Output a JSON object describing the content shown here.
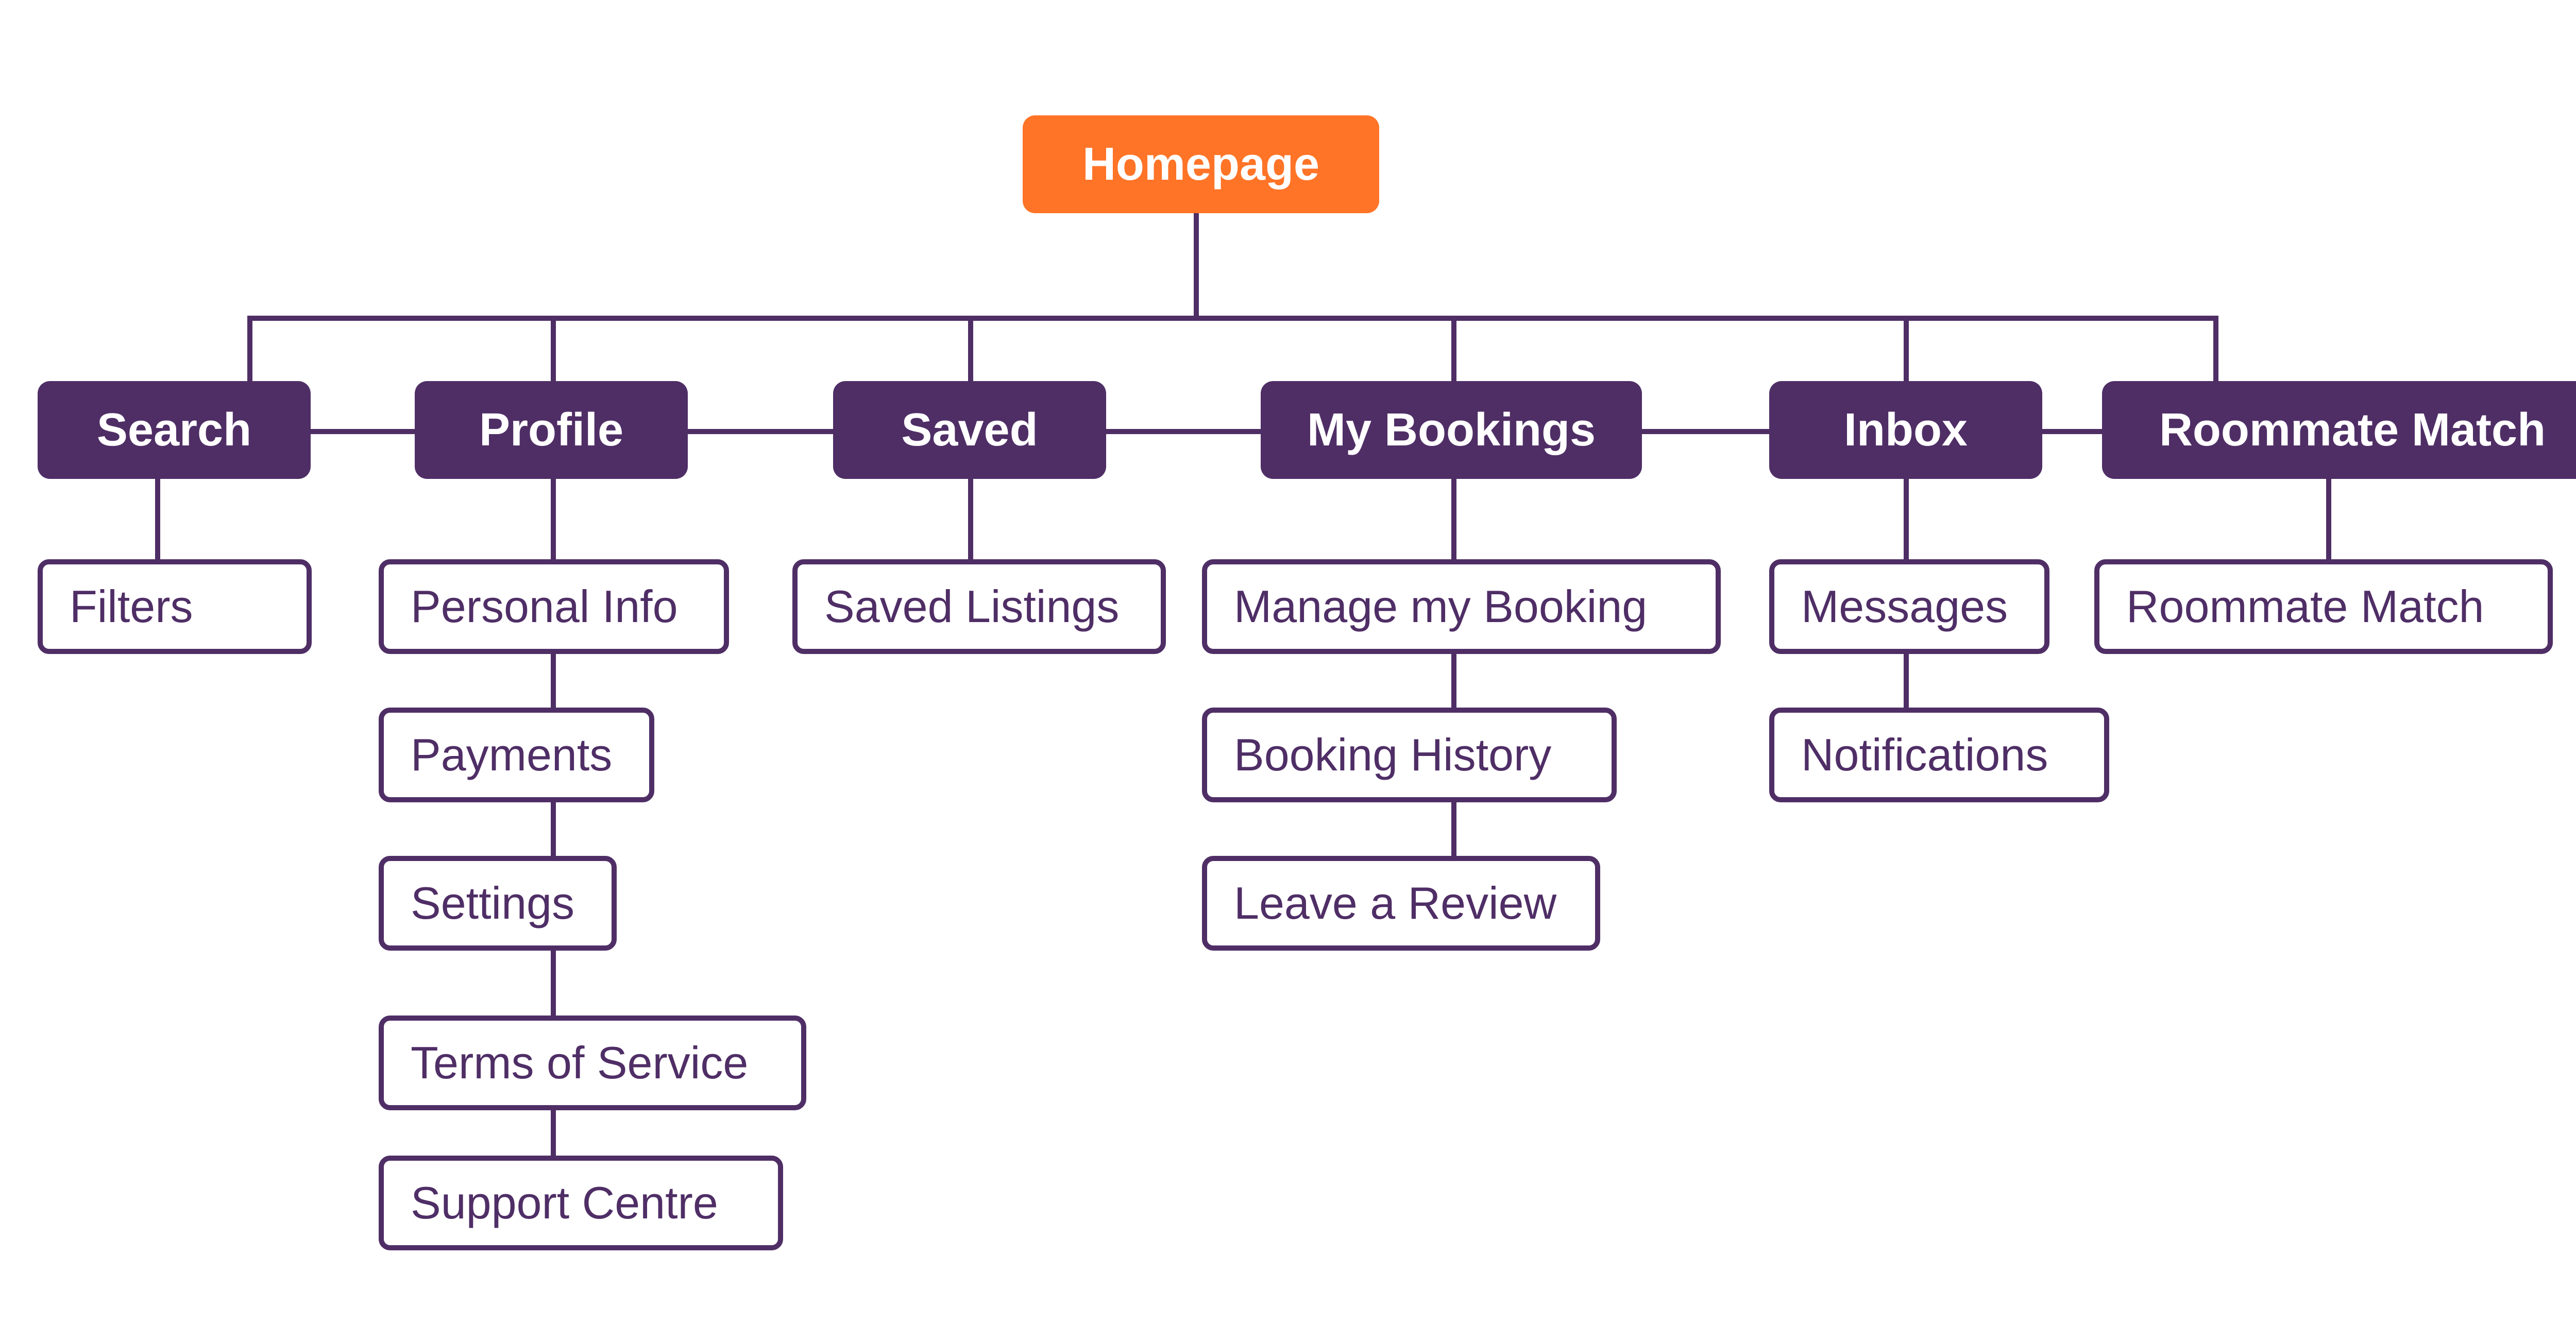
{
  "colors": {
    "accent": "#ff7427",
    "primary": "#4f2e66",
    "background": "#ffffff"
  },
  "root": {
    "label": "Homepage"
  },
  "categories": [
    {
      "label": "Search",
      "children": [
        "Filters"
      ]
    },
    {
      "label": "Profile",
      "children": [
        "Personal Info",
        "Payments",
        "Settings",
        "Terms of Service",
        "Support Centre"
      ]
    },
    {
      "label": "Saved",
      "children": [
        "Saved Listings"
      ]
    },
    {
      "label": "My Bookings",
      "children": [
        "Manage my Booking",
        "Booking History",
        "Leave a Review"
      ]
    },
    {
      "label": "Inbox",
      "children": [
        "Messages",
        "Notifications"
      ]
    },
    {
      "label": "Roommate Match",
      "children": [
        "Roommate Match"
      ]
    }
  ]
}
